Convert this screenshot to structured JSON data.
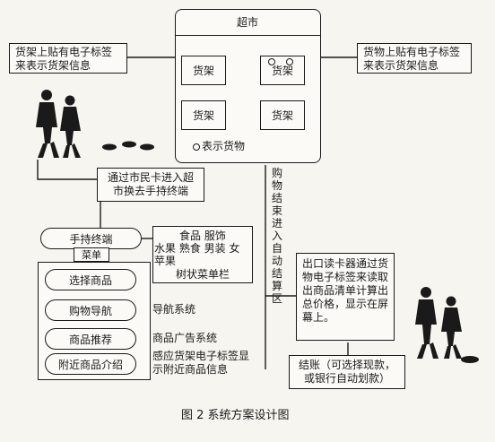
{
  "supermarket": {
    "title": "超市",
    "shelf_label": "货架",
    "legend": "表示货物"
  },
  "notes": {
    "left_tag": "货架上贴有电子标签来表示货架信息",
    "right_tag": "货物上贴有电子标签来表示货架信息",
    "entry": "通过市民卡进入超市换去手持终端",
    "checkout_zone": "购物结束进入自动结算区",
    "reader": "出口读卡器通过货物电子标签来读取出商品清单计算出总价格，显示在屏幕上。",
    "payment": "结账（可选择现款，或银行自动划款）"
  },
  "terminal": {
    "title": "手持终端",
    "menu": "菜单",
    "items": [
      "选择商品",
      "购物导航",
      "商品推荐",
      "附近商品介绍"
    ],
    "descriptions": [
      "导航系统",
      "商品广告系统",
      "感应货架电子标签显示附近商品信息"
    ]
  },
  "category_tree": {
    "row1": "食品  服饰",
    "row2": "水果  熟食  男装  女",
    "row3": "苹果",
    "caption": "树状菜单栏"
  },
  "figure_caption": "图 2   系统方案设计图"
}
